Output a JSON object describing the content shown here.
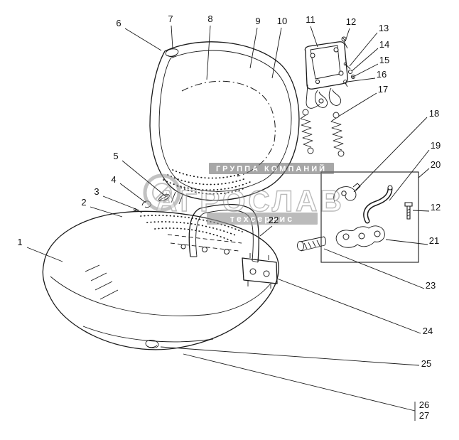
{
  "page": {
    "background": "#ffffff",
    "description": "Exploded parts diagram of a vehicle seat assembly (backrest, cushion, mounting bracket, springs, latch hardware) with numbered callouts"
  },
  "colors": {
    "line": "#1a1a1a",
    "watermark_dark": "#6e6e6e",
    "watermark_mid": "#8f8f8f"
  },
  "watermark": {
    "top_line": "ГРУППА КОМПАНИЙ",
    "brand": "АГРОСЛАВ",
    "bottom_line": "техсервис"
  },
  "callouts": [
    {
      "label": "1"
    },
    {
      "label": "2"
    },
    {
      "label": "3"
    },
    {
      "label": "4"
    },
    {
      "label": "5"
    },
    {
      "label": "6"
    },
    {
      "label": "7"
    },
    {
      "label": "8"
    },
    {
      "label": "9"
    },
    {
      "label": "10"
    },
    {
      "label": "11"
    },
    {
      "label": "12"
    },
    {
      "label": "13"
    },
    {
      "label": "14"
    },
    {
      "label": "15"
    },
    {
      "label": "16"
    },
    {
      "label": "17"
    },
    {
      "label": "18"
    },
    {
      "label": "19"
    },
    {
      "label": "20"
    },
    {
      "label": "12"
    },
    {
      "label": "21"
    },
    {
      "label": "22"
    },
    {
      "label": "23"
    },
    {
      "label": "24"
    },
    {
      "label": "25"
    },
    {
      "label": "26"
    },
    {
      "label": "27"
    }
  ]
}
